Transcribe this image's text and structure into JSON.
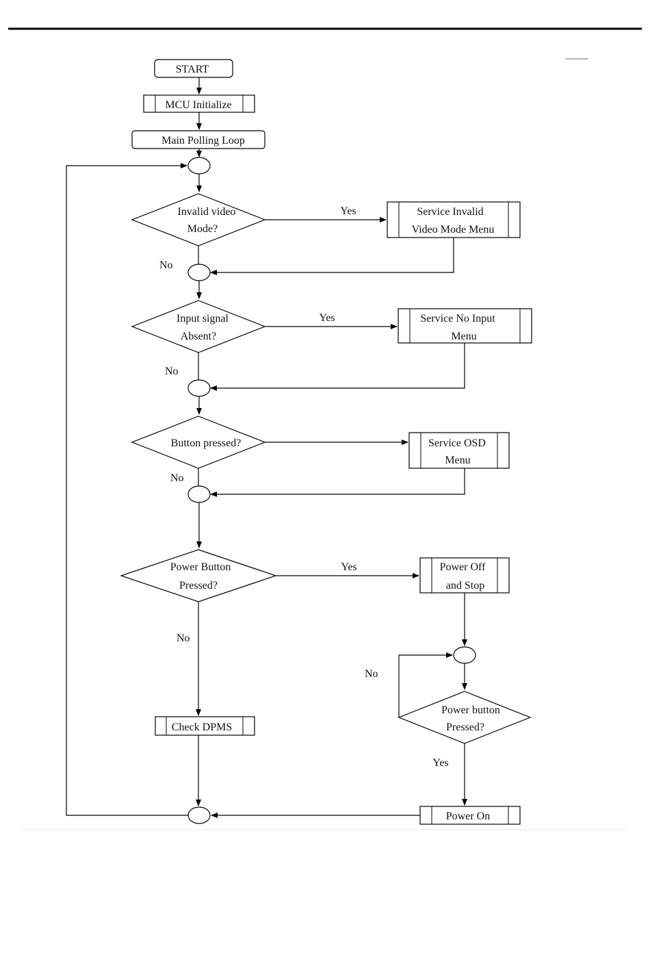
{
  "flowchart": {
    "start": "START",
    "mcu_init": "MCU Initialize",
    "main_loop": "Main Polling Loop",
    "decisions": {
      "invalid_mode": {
        "line1": "Invalid video",
        "line2": "Mode?"
      },
      "input_absent": {
        "line1": "Input signal",
        "line2": "Absent?"
      },
      "button_pressed": {
        "line1": "Button pressed?"
      },
      "power_button": {
        "line1": "Power Button",
        "line2": "Pressed?"
      },
      "power_button_again": {
        "line1": "Power button",
        "line2": "Pressed?"
      }
    },
    "processes": {
      "service_invalid": {
        "line1": "Service Invalid",
        "line2": "Video Mode Menu"
      },
      "service_no_input": {
        "line1": "Service No Input",
        "line2": "Menu"
      },
      "service_osd": {
        "line1": "Service OSD",
        "line2": "Menu"
      },
      "power_off": {
        "line1": "Power Off",
        "line2": "and Stop"
      },
      "check_dpms": "Check DPMS",
      "power_on": "Power On"
    },
    "edge_labels": {
      "yes_invalid": "Yes",
      "no_invalid": "No",
      "yes_input": "Yes",
      "no_input": "No",
      "no_button": "No",
      "yes_power": "Yes",
      "no_power": "No",
      "no_power_again": "No",
      "yes_power_again": "Yes"
    }
  }
}
